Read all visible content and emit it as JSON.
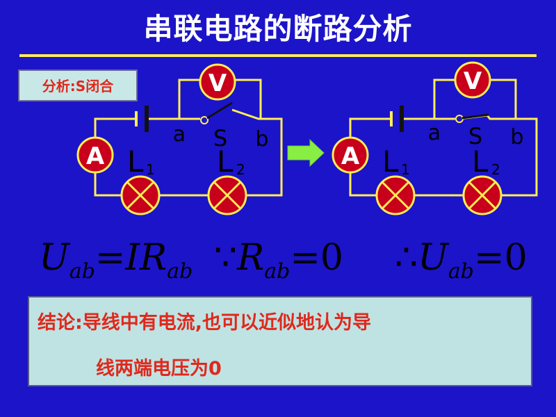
{
  "title": "串联电路的断路分析",
  "note": "分析:S闭合",
  "circuits": {
    "ammeter": "A",
    "voltmeter": "V",
    "point_a": "a",
    "switch": "S",
    "point_b": "b",
    "lamp1": "L",
    "lamp1_sub": "1",
    "lamp2": "L",
    "lamp2_sub": "2"
  },
  "formulas": {
    "f1_u": "U",
    "f1_u_sub": "ab",
    "f1_eq": "=",
    "f1_i": "I",
    "f1_r": "R",
    "f1_r_sub": "ab",
    "f2_because": "∵",
    "f2_r": "R",
    "f2_r_sub": "ab",
    "f2_eq": "=",
    "f2_val": "0",
    "f3_therefore": "∴",
    "f3_u": "U",
    "f3_u_sub": "ab",
    "f3_eq": "=",
    "f3_val": "0"
  },
  "conclusion": {
    "line1": "结论:导线中有电流,也可以近似地认为导",
    "line2": "线两端电压为0"
  },
  "colors": {
    "background": "#1c14c8",
    "wire": "#ffee55",
    "meter_fill": "#c8001c",
    "lamp_fill": "#c8001c",
    "arrow": "#88ee44",
    "box_fill": "#bfe3e3",
    "text_red": "#e0281c"
  }
}
